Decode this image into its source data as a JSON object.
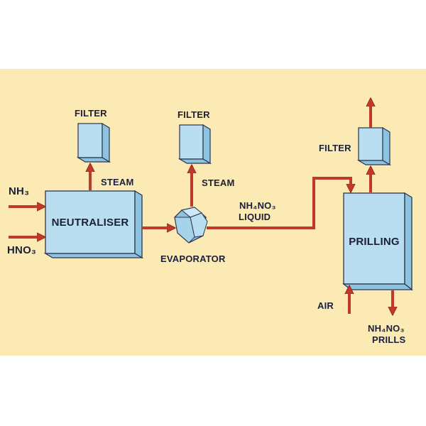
{
  "labels": {
    "filter": "FILTER",
    "steam": "STEAM",
    "nh3": "NH₃",
    "hno3": "HNO₃",
    "neutraliser": "NEUTRALISER",
    "evaporator": "EVAPORATOR",
    "nh4no3_liquid_formula": "NH₄NO₃",
    "liquid": "LIQUID",
    "prilling": "PRILLING",
    "air": "AIR",
    "nh4no3_prills_formula": "NH₄NO₃",
    "prills": "PRILLS"
  },
  "colors": {
    "background": "#fbeab4",
    "unit_face": "#b9def0",
    "unit_side": "#8ec3df",
    "unit_outline": "#2c3550",
    "flow_arrow": "#c0392b",
    "text": "#1b1f3a"
  }
}
